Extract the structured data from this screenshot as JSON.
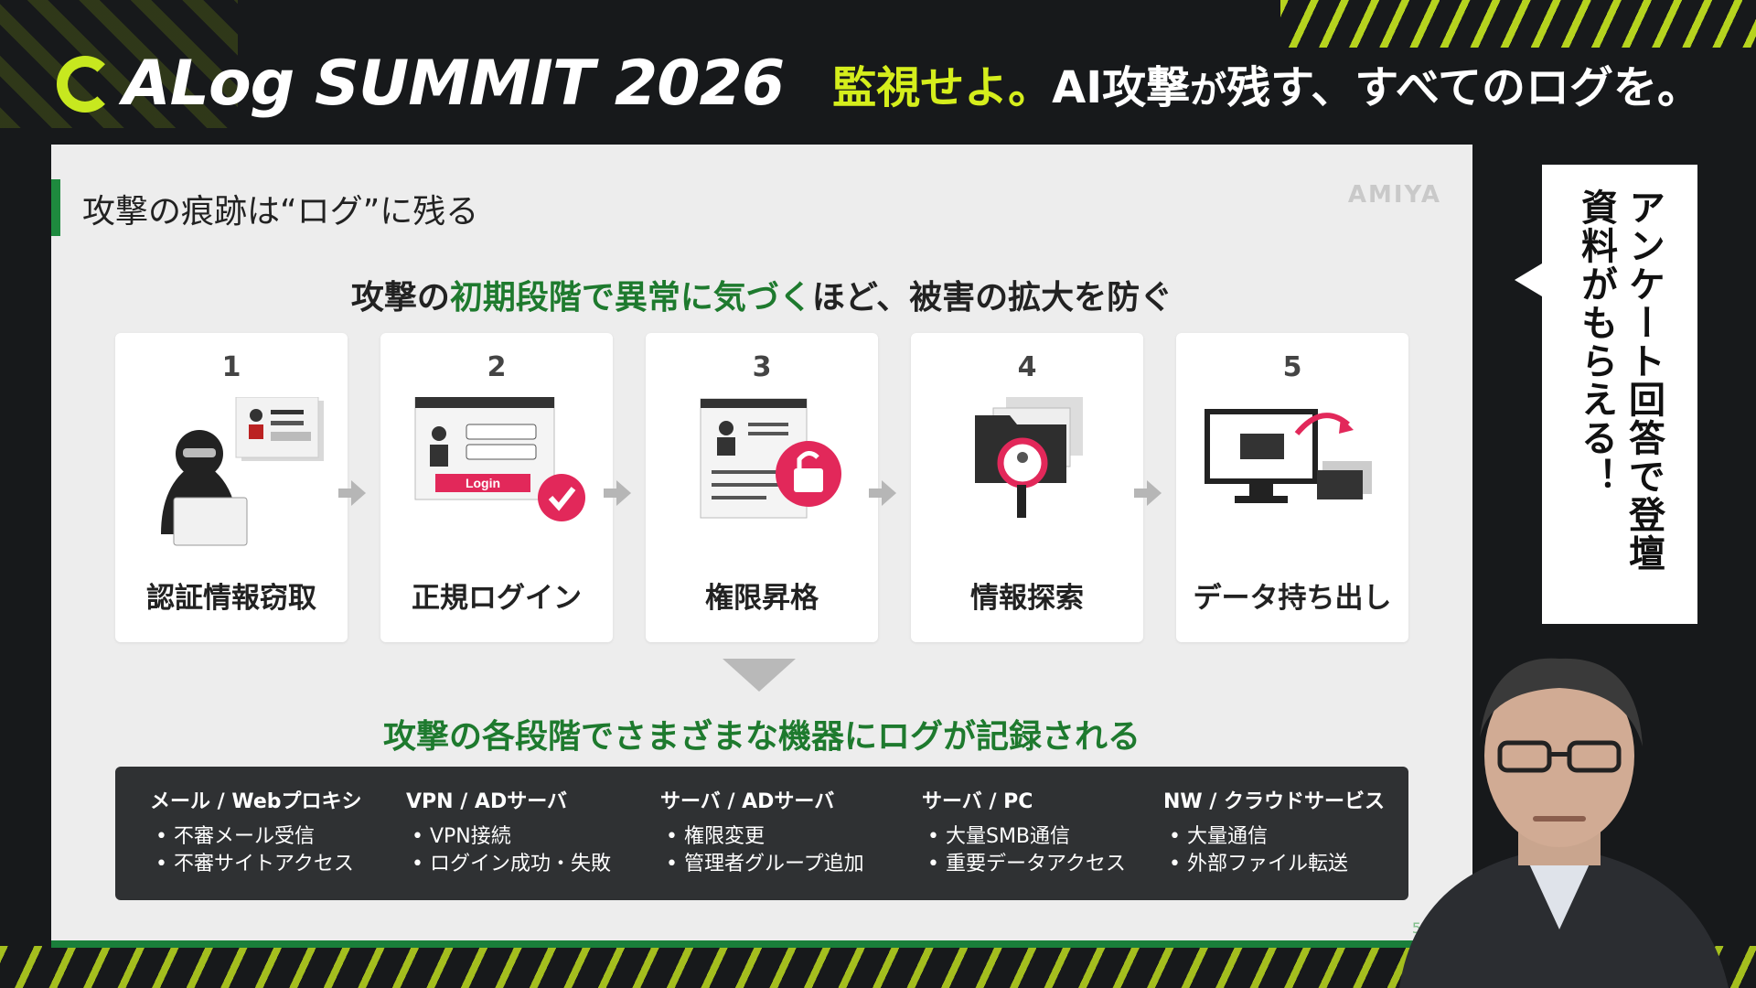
{
  "event": {
    "brand": "ALog SUMMIT 2026",
    "tagline_highlight": "監視せよ。",
    "tagline_rest_a": "AI攻撃",
    "tagline_small_a": "が",
    "tagline_rest_b": "残す、すべてのログを。"
  },
  "slide": {
    "title": "攻撃の痕跡は“ログ”に残る",
    "company_logo_text": "AMIYA",
    "headline_a": "攻撃の",
    "headline_green": "初期段階で異常に気づく",
    "headline_b": "ほど、被害の拡大を防ぐ",
    "steps": [
      {
        "num": "1",
        "label": "認証情報窃取",
        "icon": "hacker-icon"
      },
      {
        "num": "2",
        "label": "正規ログイン",
        "icon": "login-icon",
        "login_text": "Login"
      },
      {
        "num": "3",
        "label": "権限昇格",
        "icon": "unlock-icon"
      },
      {
        "num": "4",
        "label": "情報探索",
        "icon": "folder-search-icon"
      },
      {
        "num": "5",
        "label": "データ持ち出し",
        "icon": "data-transfer-icon"
      }
    ],
    "subhead": "攻撃の各段階でさまざまな機器にログが記録される",
    "log_sources": [
      {
        "title": "メール / Webプロキシ",
        "items": [
          "不審メール受信",
          "不審サイトアクセス"
        ]
      },
      {
        "title": "VPN / ADサーバ",
        "items": [
          "VPN接続",
          "ログイン成功・失敗"
        ]
      },
      {
        "title": "サーバ / ADサーバ",
        "items": [
          "権限変更",
          "管理者グループ追加"
        ]
      },
      {
        "title": "サーバ / PC",
        "items": [
          "大量SMB通信",
          "重要データアクセス"
        ]
      },
      {
        "title": "NW / クラウドサービス",
        "items": [
          "大量通信",
          "外部ファイル転送"
        ]
      }
    ],
    "page_number": "5"
  },
  "callout": {
    "text": "アンケート回答で登壇資料がもらえる！"
  },
  "colors": {
    "accent": "#c7e81f",
    "green": "#1e7a2e",
    "pink": "#e2285a"
  }
}
